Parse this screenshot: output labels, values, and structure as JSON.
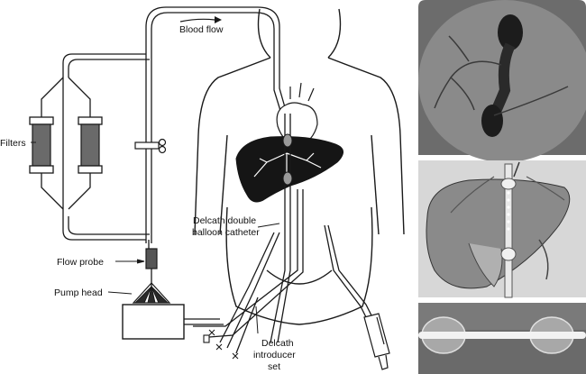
{
  "labels": {
    "blood_flow": "Blood flow",
    "filters": "Filters",
    "catheter_line1": "Delcath double",
    "catheter_line2": "balloon catheter",
    "flow_probe": "Flow probe",
    "pump_head": "Pump head",
    "introducer_line1": "Delcath",
    "introducer_line2": "introducer",
    "introducer_line3": "set"
  },
  "colors": {
    "line": "#1a1a1a",
    "liver": "#151515",
    "filter_body": "#555555",
    "panel_bg": "#d7d7d7"
  },
  "panels": [
    {
      "name": "angiogram-image"
    },
    {
      "name": "liver-illustration-image"
    },
    {
      "name": "catheter-balloons-photo"
    }
  ]
}
